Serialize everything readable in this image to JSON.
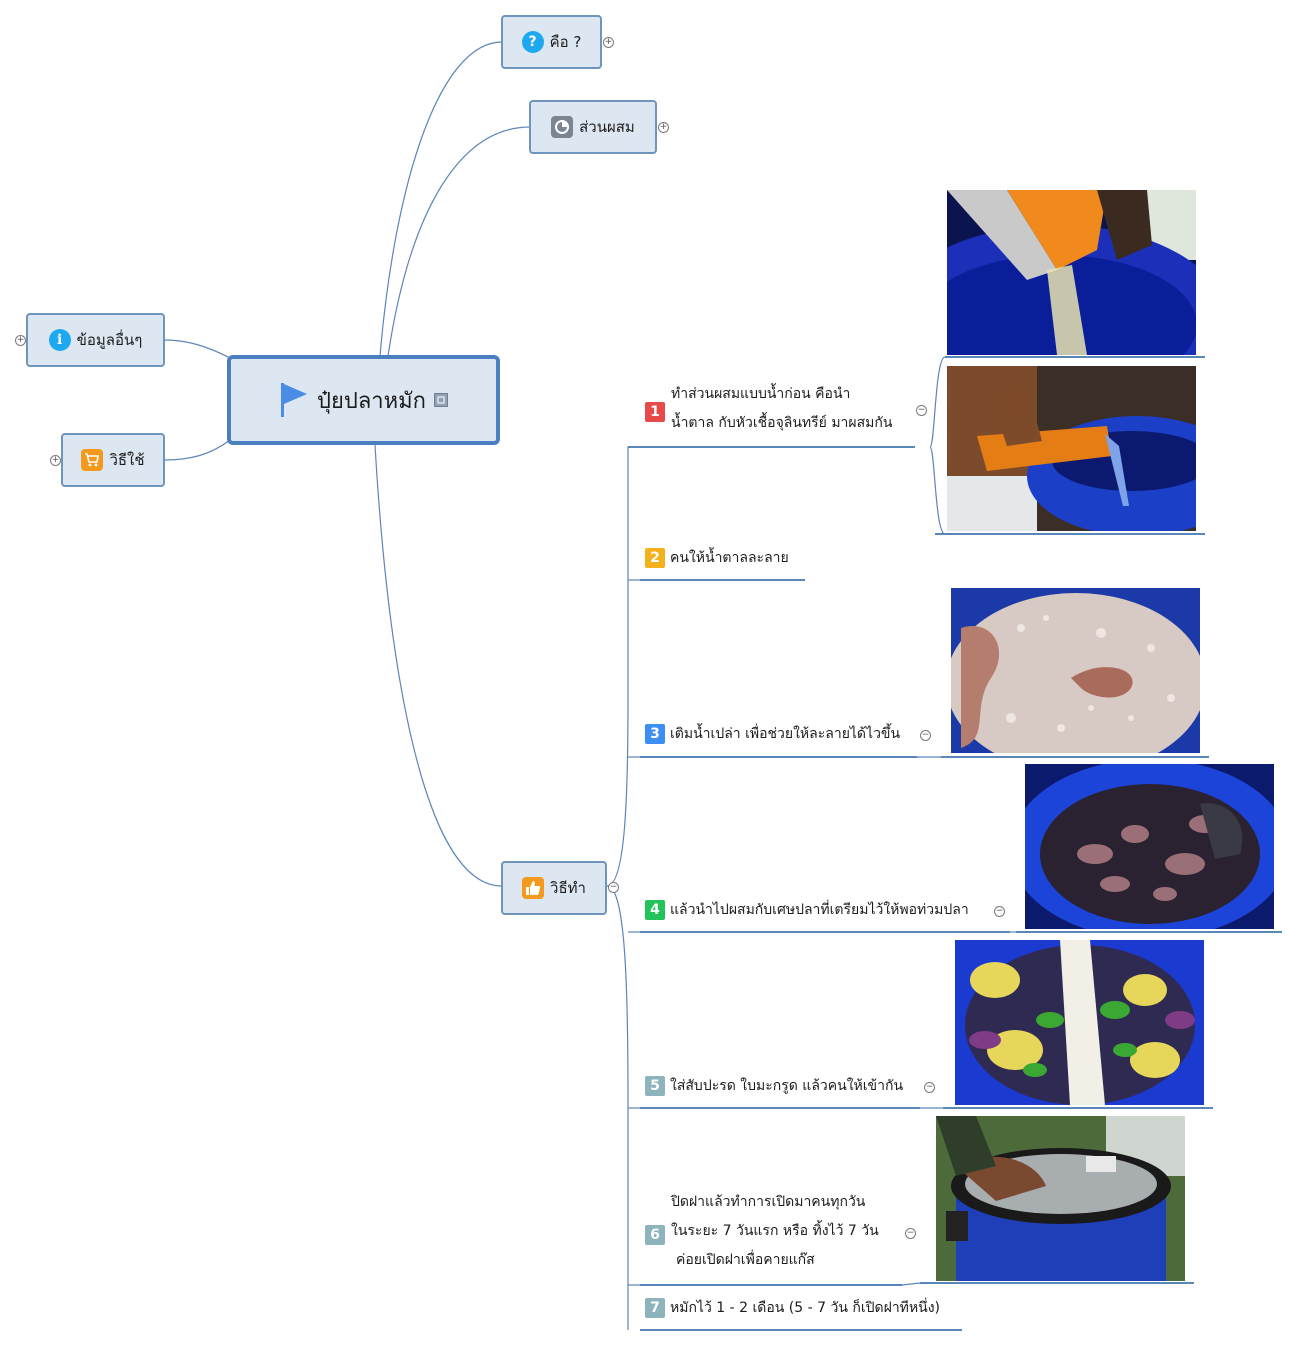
{
  "central": {
    "title": "ปุ๋ยปลาหมัก",
    "flag_icon": "flag-icon",
    "flag_color": "#4b8de6"
  },
  "branches": {
    "what_is": {
      "label": "คือ ?",
      "icon": "question-icon",
      "icon_char": "?",
      "toggle": "⊕"
    },
    "ingredients": {
      "label": "ส่วนผสม",
      "icon": "pie-chart-icon",
      "toggle": "⊕"
    },
    "other_info": {
      "label": "ข้อมูลอื่นๆ",
      "icon": "info-icon",
      "icon_char": "i",
      "toggle": "⊕"
    },
    "usage": {
      "label": "วิธีใช้",
      "icon": "cart-icon",
      "toggle": "⊕"
    },
    "method": {
      "label": "วิธีทำ",
      "icon": "thumbs-up-icon",
      "toggle": "⊖"
    }
  },
  "steps": [
    {
      "num": "1",
      "color": "#e84a4a",
      "lines": [
        "ทำส่วนผสมแบบน้ำก่อน คือนำ",
        "น้ำตาล กับหัวเชื้อจุลินทรีย์ มาผสมกัน"
      ],
      "toggle": "⊖"
    },
    {
      "num": "2",
      "color": "#f3b21b",
      "lines": [
        "คนให้น้ำตาลละลาย"
      ]
    },
    {
      "num": "3",
      "color": "#3d8ef2",
      "lines": [
        "เติมน้ำเปล่า เพื่อช่วยให้ละลายได้ไวขึ้น"
      ],
      "toggle": "⊖"
    },
    {
      "num": "4",
      "color": "#22c35a",
      "lines": [
        "แล้วนำไปผสมกับเศษปลาที่เตรียมไว้ให้พอท่วมปลา"
      ],
      "toggle": "⊖"
    },
    {
      "num": "5",
      "color": "#8db3bd",
      "lines": [
        "ใส่สับปะรด ใบมะกรูด แล้วคนให้เข้ากัน"
      ],
      "toggle": "⊖"
    },
    {
      "num": "6",
      "color": "#8db3bd",
      "lines": [
        "ปิดฝาแล้วทำการเปิดมาคนทุกวัน",
        "ในระยะ 7 วันแรก  หรือ ทิ้งไว้ 7 วัน",
        "ค่อยเปิดฝาเพื่อคายแก๊ส"
      ],
      "toggle": "⊖"
    },
    {
      "num": "7",
      "color": "#8db3bd",
      "lines": [
        "หมักไว้ 1 - 2 เดือน (5 - 7 วัน ก็เปิดฝาทีหนึ่ง)"
      ]
    }
  ],
  "colors": {
    "topic_fill": "#dde7f1",
    "topic_border": "#6f95bd",
    "line": "#5b86b8"
  }
}
